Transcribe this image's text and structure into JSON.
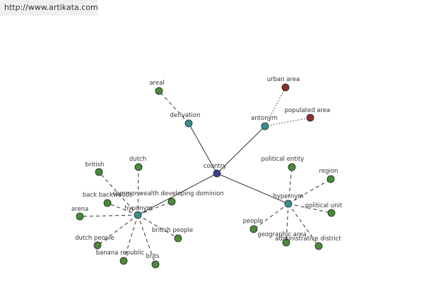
{
  "watermark": "http://www.artikata.com",
  "colors": {
    "center": "#3b3f8f",
    "relation": "#3a8f8f",
    "term": "#4b8a3a",
    "highlight": "#8b2e2e",
    "edge": "#333333"
  },
  "nodes": [
    {
      "id": "country",
      "label": "country",
      "kind": "center"
    },
    {
      "id": "derivation",
      "label": "derivation",
      "kind": "relation"
    },
    {
      "id": "antonym",
      "label": "antonym",
      "kind": "relation"
    },
    {
      "id": "hyponym",
      "label": "hyponym",
      "kind": "relation"
    },
    {
      "id": "hypernym",
      "label": "hypernym",
      "kind": "relation"
    },
    {
      "id": "areal",
      "label": "areal",
      "kind": "term"
    },
    {
      "id": "urban_area",
      "label": "urban area",
      "kind": "highlight"
    },
    {
      "id": "populated_area",
      "label": "populated area",
      "kind": "highlight"
    },
    {
      "id": "british",
      "label": "british",
      "kind": "term"
    },
    {
      "id": "dutch",
      "label": "dutch",
      "kind": "term"
    },
    {
      "id": "back_backwoods",
      "label": "back backwoods",
      "kind": "term"
    },
    {
      "id": "commonwealth",
      "label": "commonwealth developing dominion",
      "kind": "term"
    },
    {
      "id": "arena",
      "label": "arena",
      "kind": "term"
    },
    {
      "id": "dutch_people",
      "label": "dutch people",
      "kind": "term"
    },
    {
      "id": "banana_republic",
      "label": "banana republic",
      "kind": "term"
    },
    {
      "id": "brits",
      "label": "brits",
      "kind": "term"
    },
    {
      "id": "british_people",
      "label": "british people",
      "kind": "term"
    },
    {
      "id": "political_entity",
      "label": "political entity",
      "kind": "term"
    },
    {
      "id": "region",
      "label": "region",
      "kind": "term"
    },
    {
      "id": "political_unit",
      "label": "political unit",
      "kind": "term"
    },
    {
      "id": "people",
      "label": "people",
      "kind": "term"
    },
    {
      "id": "geographic_area",
      "label": "geographic area",
      "kind": "term"
    },
    {
      "id": "administrative_district",
      "label": "administrative district",
      "kind": "term"
    }
  ],
  "edges": [
    {
      "from": "country",
      "to": "derivation",
      "style": "solid"
    },
    {
      "from": "country",
      "to": "antonym",
      "style": "solid"
    },
    {
      "from": "country",
      "to": "hyponym",
      "style": "solid"
    },
    {
      "from": "country",
      "to": "hypernym",
      "style": "solid"
    },
    {
      "from": "derivation",
      "to": "areal",
      "style": "dashed"
    },
    {
      "from": "antonym",
      "to": "urban_area",
      "style": "dotted"
    },
    {
      "from": "antonym",
      "to": "populated_area",
      "style": "dotted"
    },
    {
      "from": "hyponym",
      "to": "british",
      "style": "dashed"
    },
    {
      "from": "hyponym",
      "to": "dutch",
      "style": "dashed"
    },
    {
      "from": "hyponym",
      "to": "back_backwoods",
      "style": "dashed"
    },
    {
      "from": "hyponym",
      "to": "commonwealth",
      "style": "dashed"
    },
    {
      "from": "hyponym",
      "to": "arena",
      "style": "dashed"
    },
    {
      "from": "hyponym",
      "to": "dutch_people",
      "style": "dashed"
    },
    {
      "from": "hyponym",
      "to": "banana_republic",
      "style": "dashed"
    },
    {
      "from": "hyponym",
      "to": "brits",
      "style": "dashed"
    },
    {
      "from": "hyponym",
      "to": "british_people",
      "style": "dashed"
    },
    {
      "from": "hypernym",
      "to": "political_entity",
      "style": "dashed"
    },
    {
      "from": "hypernym",
      "to": "region",
      "style": "dashed"
    },
    {
      "from": "hypernym",
      "to": "political_unit",
      "style": "dashed"
    },
    {
      "from": "hypernym",
      "to": "people",
      "style": "dashed"
    },
    {
      "from": "hypernym",
      "to": "geographic_area",
      "style": "dashed"
    },
    {
      "from": "hypernym",
      "to": "administrative_district",
      "style": "dashed"
    }
  ]
}
